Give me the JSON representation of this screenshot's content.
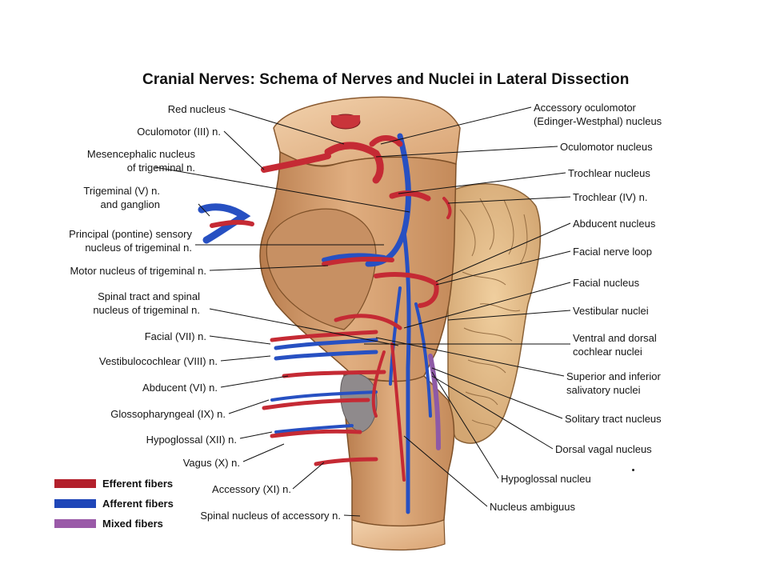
{
  "title": "Cranial Nerves: Schema of Nerves and Nuclei in Lateral Dissection",
  "left_labels": [
    {
      "id": "red-nucleus",
      "lines": [
        "Red nucleus"
      ]
    },
    {
      "id": "oculomotor-n",
      "lines": [
        "Oculomotor (III) n."
      ]
    },
    {
      "id": "mesencephalic-nucleus",
      "lines": [
        "Mesencephalic nucleus",
        "of trigeminal n."
      ]
    },
    {
      "id": "trigeminal-n",
      "lines": [
        "Trigeminal (V) n.",
        "and ganglion"
      ]
    },
    {
      "id": "principal-sensory-nucleus",
      "lines": [
        "Principal (pontine) sensory",
        "nucleus of trigeminal n."
      ]
    },
    {
      "id": "motor-nucleus-trigeminal",
      "lines": [
        "Motor nucleus of trigeminal n."
      ]
    },
    {
      "id": "spinal-tract-trigeminal",
      "lines": [
        "Spinal tract and spinal",
        "nucleus of trigeminal n."
      ]
    },
    {
      "id": "facial-n",
      "lines": [
        "Facial (VII) n."
      ]
    },
    {
      "id": "vestibulocochlear-n",
      "lines": [
        "Vestibulocochlear (VIII) n."
      ]
    },
    {
      "id": "abducent-n",
      "lines": [
        "Abducent (VI) n."
      ]
    },
    {
      "id": "glossopharyngeal-n",
      "lines": [
        "Glossopharyngeal (IX) n."
      ]
    },
    {
      "id": "hypoglossal-n",
      "lines": [
        "Hypoglossal (XII) n."
      ]
    },
    {
      "id": "vagus-n",
      "lines": [
        "Vagus (X) n."
      ]
    },
    {
      "id": "accessory-n",
      "lines": [
        "Accessory (XI) n."
      ]
    },
    {
      "id": "spinal-nucleus-accessory",
      "lines": [
        "Spinal nucleus of accessory n."
      ]
    }
  ],
  "right_labels": [
    {
      "id": "accessory-oculomotor-nucleus",
      "lines": [
        "Accessory oculomotor",
        "(Edinger-Westphal) nucleus"
      ]
    },
    {
      "id": "oculomotor-nucleus",
      "lines": [
        "Oculomotor nucleus"
      ]
    },
    {
      "id": "trochlear-nucleus",
      "lines": [
        "Trochlear nucleus"
      ]
    },
    {
      "id": "trochlear-n",
      "lines": [
        "Trochlear (IV) n."
      ]
    },
    {
      "id": "abducent-nucleus",
      "lines": [
        "Abducent nucleus"
      ]
    },
    {
      "id": "facial-nerve-loop",
      "lines": [
        "Facial nerve loop"
      ]
    },
    {
      "id": "facial-nucleus",
      "lines": [
        "Facial nucleus"
      ]
    },
    {
      "id": "vestibular-nuclei",
      "lines": [
        "Vestibular nuclei"
      ]
    },
    {
      "id": "cochlear-nuclei",
      "lines": [
        "Ventral and dorsal",
        "cochlear nuclei"
      ]
    },
    {
      "id": "salivatory-nuclei",
      "lines": [
        "Superior and inferior",
        "salivatory nuclei"
      ]
    },
    {
      "id": "solitary-tract-nucleus",
      "lines": [
        "Solitary tract nucleus"
      ]
    },
    {
      "id": "dorsal-vagal-nucleus",
      "lines": [
        "Dorsal vagal nucleus"
      ]
    },
    {
      "id": "hypoglossal-nucleus",
      "lines": [
        "Hypoglossal nucleu"
      ]
    },
    {
      "id": "nucleus-ambiguus",
      "lines": [
        "Nucleus ambiguus"
      ]
    }
  ],
  "legend": [
    {
      "id": "efferent",
      "label": "Efferent fibers",
      "color": "#b3202c"
    },
    {
      "id": "afferent",
      "label": "Afferent fibers",
      "color": "#1f46b8"
    },
    {
      "id": "mixed",
      "label": "Mixed fibers",
      "color": "#9a5aa8"
    }
  ],
  "colors": {
    "tissue": "#d9a57a",
    "tissue_dark": "#b57a4c",
    "tissue_light": "#efc9a1",
    "cerebellum": "#e6bf8f",
    "efferent": "#c52a34",
    "afferent": "#2750c2",
    "mixed": "#8e5aa6",
    "leader": "#111111"
  }
}
